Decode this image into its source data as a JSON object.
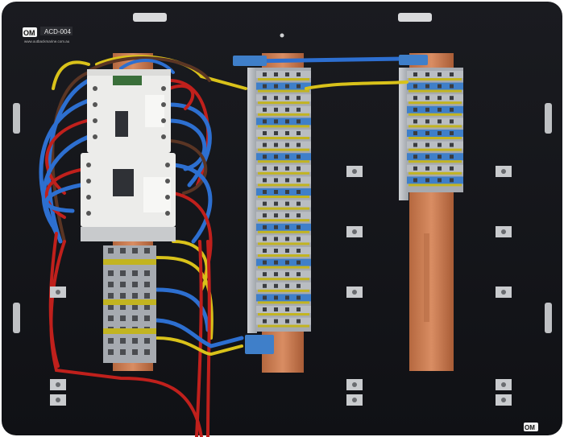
{
  "board": {
    "logo_text": "OM",
    "model_code": "ACD-004",
    "website": "www.outbackmarine.com.au",
    "corner_logo": "OM"
  },
  "colors": {
    "panel": "#141519",
    "rail_copper": "#c87a52",
    "wire_blue": "#2d6fd0",
    "wire_red": "#c0201c",
    "wire_yellow": "#d9c21a",
    "wire_brown": "#5a3524",
    "terminal_gray": "#a6aab0",
    "terminal_blue": "#3f7fc9",
    "contactor_white": "#ececea"
  },
  "icons": [
    "logo-badge-icon",
    "fixing-clip-icon",
    "mounting-slot-icon"
  ]
}
